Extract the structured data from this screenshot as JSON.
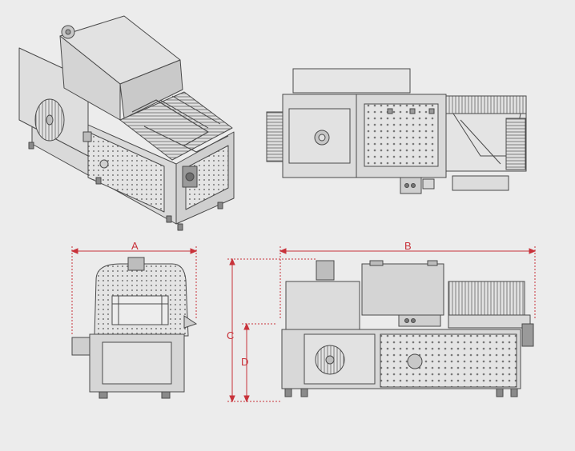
{
  "colors": {
    "background": "#ececec",
    "line": "#4a4a4a",
    "body_fill": "#dcdcdc",
    "body_fill_light": "#e6e6e6",
    "panel_dark": "#b9b9b9",
    "dimension": "#c8323a"
  },
  "dimensions": {
    "a": {
      "label": "A"
    },
    "b": {
      "label": "B"
    },
    "c": {
      "label": "C"
    },
    "d": {
      "label": "D"
    }
  },
  "views": [
    "isometric-view",
    "top-view",
    "end-view",
    "front-view"
  ]
}
